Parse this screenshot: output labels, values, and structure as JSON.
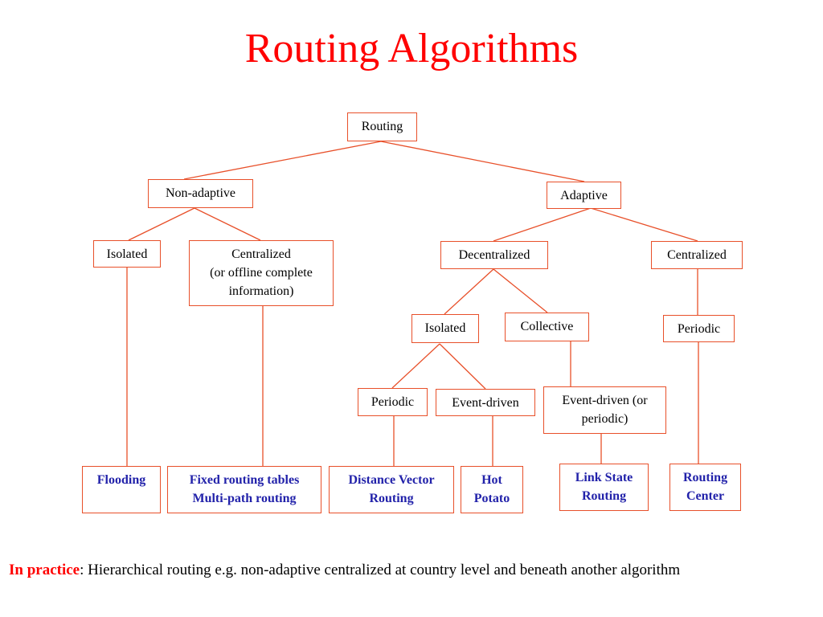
{
  "title": "Routing Algorithms",
  "colors": {
    "title": "#ff0000",
    "node_border": "#e8502a",
    "edge": "#e8502a",
    "leaf_text": "#2222aa",
    "highlight": "#ff0000"
  },
  "nodes": {
    "routing": "Routing",
    "non_adaptive": "Non-adaptive",
    "adaptive": "Adaptive",
    "isolated_1": "Isolated",
    "centralized_offline": [
      "Centralized",
      "(or offline complete",
      "information)"
    ],
    "decentralized": "Decentralized",
    "centralized_2": "Centralized",
    "isolated_2": "Isolated",
    "collective": "Collective",
    "periodic_right": "Periodic",
    "periodic_mid": "Periodic",
    "event_driven": "Event-driven",
    "event_driven_or_periodic": [
      "Event-driven (or",
      "periodic)"
    ]
  },
  "leaves": {
    "flooding": "Flooding",
    "fixed_routing": [
      "Fixed routing tables",
      "Multi-path routing"
    ],
    "distance_vector": [
      "Distance Vector",
      "Routing"
    ],
    "hot_potato": [
      "Hot",
      "Potato"
    ],
    "link_state": [
      "Link State",
      "Routing"
    ],
    "routing_center": [
      "Routing",
      "Center"
    ]
  },
  "footer": {
    "highlight": "In practice",
    "text": ": Hierarchical routing e.g. non-adaptive centralized at country level and beneath another algorithm"
  }
}
